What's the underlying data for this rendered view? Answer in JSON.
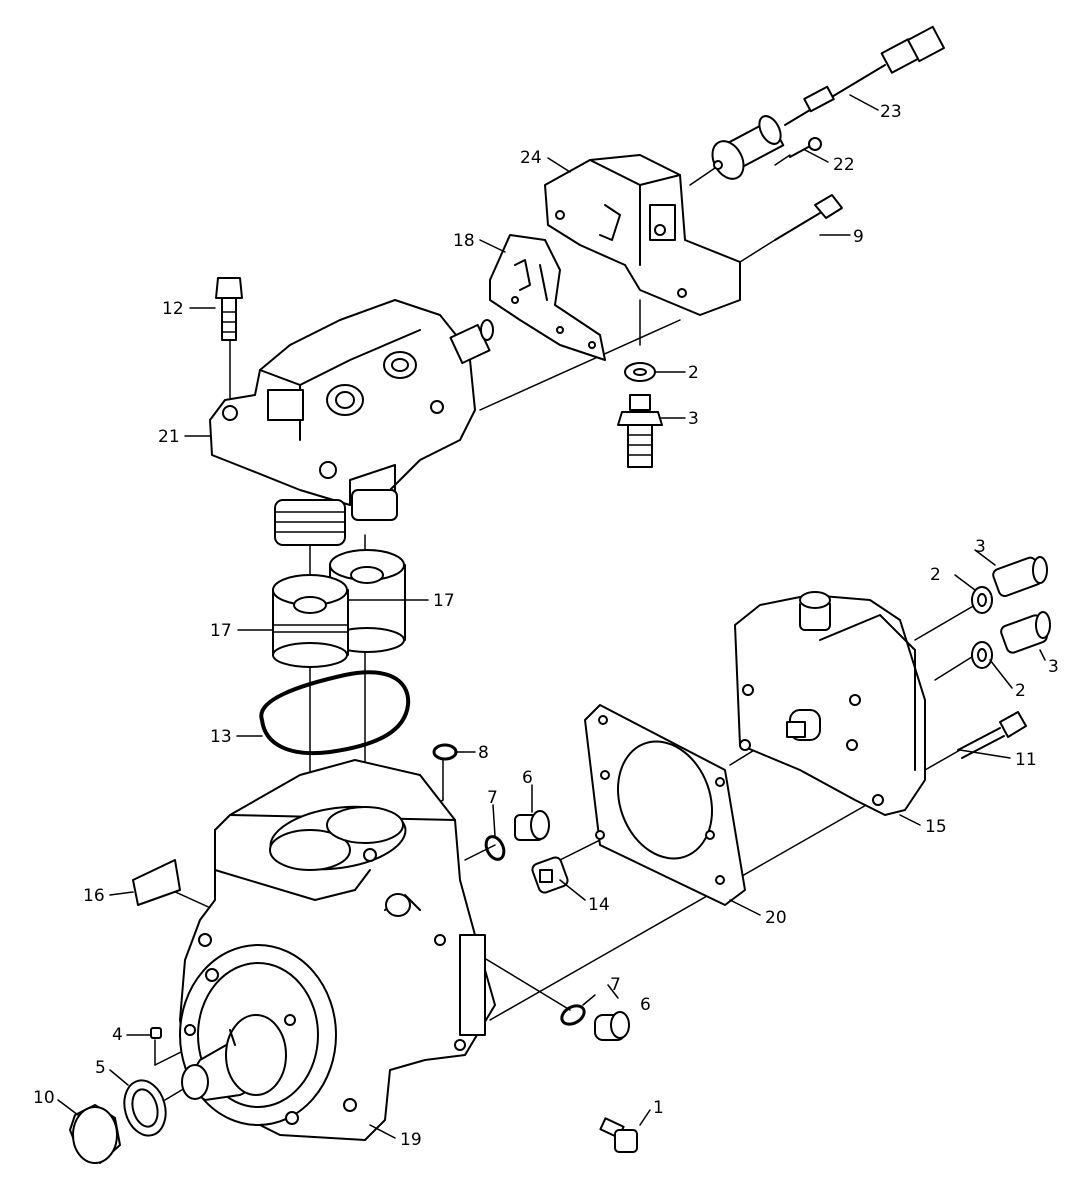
{
  "callouts": [
    {
      "id": "c1",
      "text": "1"
    },
    {
      "id": "c2a",
      "text": "2"
    },
    {
      "id": "c2b",
      "text": "2"
    },
    {
      "id": "c2c",
      "text": "2"
    },
    {
      "id": "c3a",
      "text": "3"
    },
    {
      "id": "c3b",
      "text": "3"
    },
    {
      "id": "c3c",
      "text": "3"
    },
    {
      "id": "c4",
      "text": "4"
    },
    {
      "id": "c5",
      "text": "5"
    },
    {
      "id": "c6a",
      "text": "6"
    },
    {
      "id": "c6b",
      "text": "6"
    },
    {
      "id": "c7a",
      "text": "7"
    },
    {
      "id": "c7b",
      "text": "7"
    },
    {
      "id": "c8",
      "text": "8"
    },
    {
      "id": "c9",
      "text": "9"
    },
    {
      "id": "c10",
      "text": "10"
    },
    {
      "id": "c11",
      "text": "11"
    },
    {
      "id": "c12",
      "text": "12"
    },
    {
      "id": "c13",
      "text": "13"
    },
    {
      "id": "c14",
      "text": "14"
    },
    {
      "id": "c15",
      "text": "15"
    },
    {
      "id": "c16",
      "text": "16"
    },
    {
      "id": "c17a",
      "text": "17"
    },
    {
      "id": "c17b",
      "text": "17"
    },
    {
      "id": "c18",
      "text": "18"
    },
    {
      "id": "c19",
      "text": "19"
    },
    {
      "id": "c20",
      "text": "20"
    },
    {
      "id": "c21",
      "text": "21"
    },
    {
      "id": "c22",
      "text": "22"
    },
    {
      "id": "c23",
      "text": "23"
    },
    {
      "id": "c24",
      "text": "24"
    }
  ]
}
